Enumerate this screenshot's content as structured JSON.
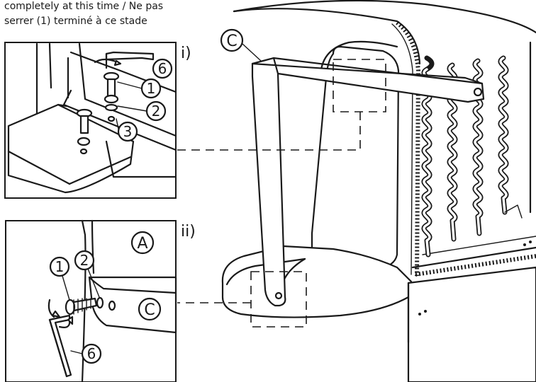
{
  "caption": {
    "line1": "completely at this time / Ne pas",
    "line2": "serrer (1) terminé à ce stade"
  },
  "labels": {
    "step_i": "i)",
    "step_ii": "ii)",
    "part_c": "C",
    "part_a": "A",
    "part_1": "1",
    "part_2": "2",
    "part_3": "3",
    "part_6": "6"
  }
}
